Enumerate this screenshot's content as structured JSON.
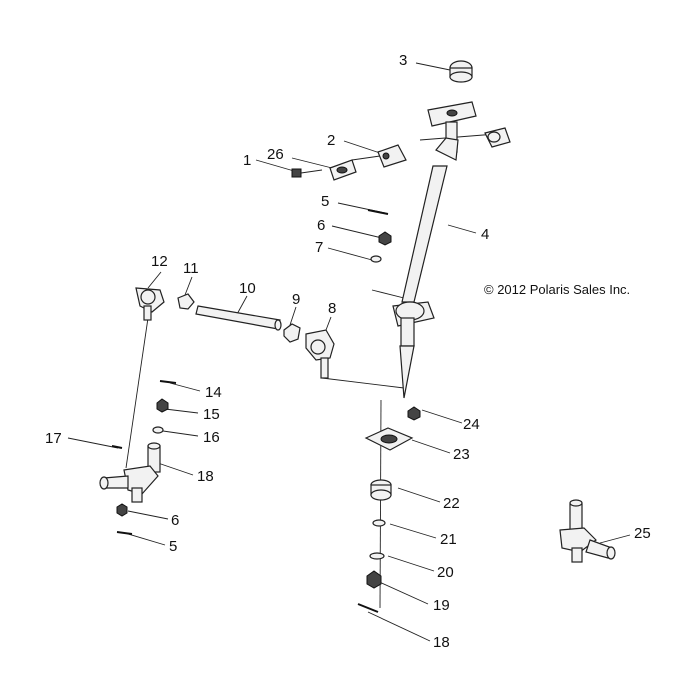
{
  "copyright": "© 2012 Polaris Sales Inc.",
  "callouts": [
    "1",
    "2",
    "3",
    "4",
    "5",
    "6",
    "7",
    "8",
    "9",
    "10",
    "11",
    "12",
    "14",
    "15",
    "16",
    "17",
    "18",
    "6",
    "5",
    "22",
    "21",
    "20",
    "19",
    "18",
    "23",
    "24",
    "25",
    "26"
  ]
}
